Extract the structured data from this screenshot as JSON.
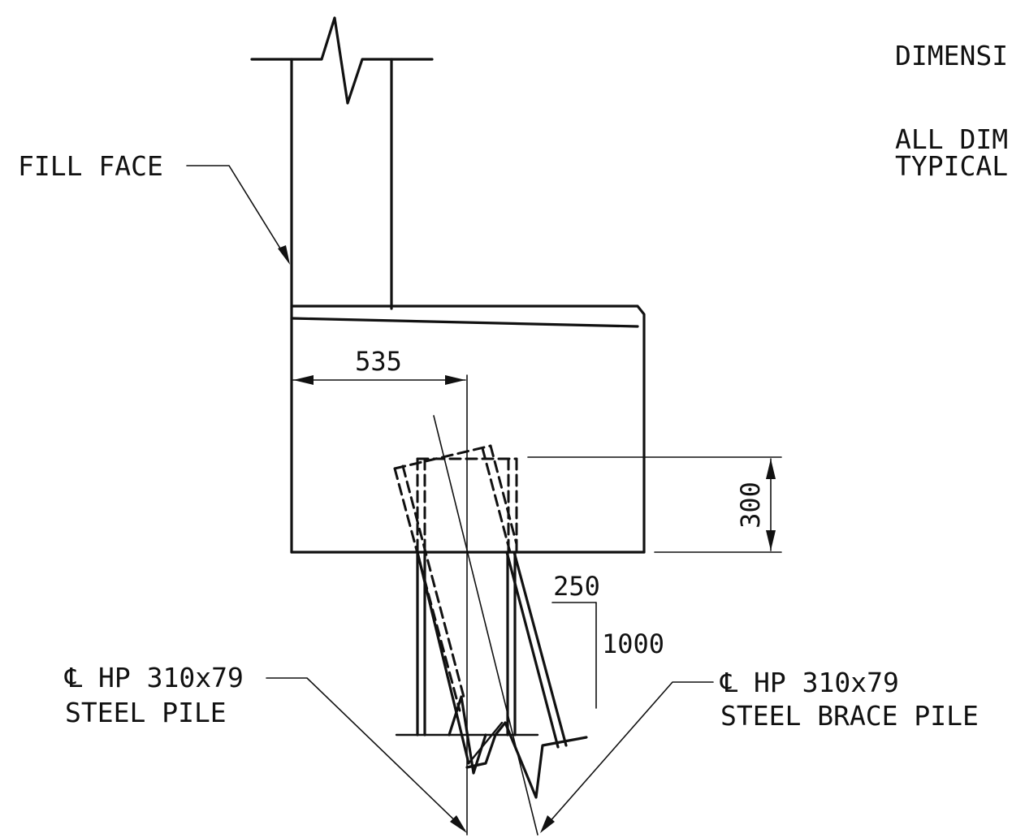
{
  "labels": {
    "fill_face": "FILL FACE",
    "pile_line1": "℄ HP 310x79",
    "pile_line2": "STEEL PILE",
    "brace_line1": "℄ HP 310x79",
    "brace_line2": "STEEL BRACE PILE",
    "note1": "DIMENSI",
    "note2_line1": "ALL DIM",
    "note2_line2": "TYPICAL"
  },
  "dimensions": {
    "horizontal": "535",
    "vertical": "300",
    "slope_run": "250",
    "slope_rise": "1000"
  },
  "colors": {
    "ink": "#111111",
    "background": "#ffffff"
  }
}
